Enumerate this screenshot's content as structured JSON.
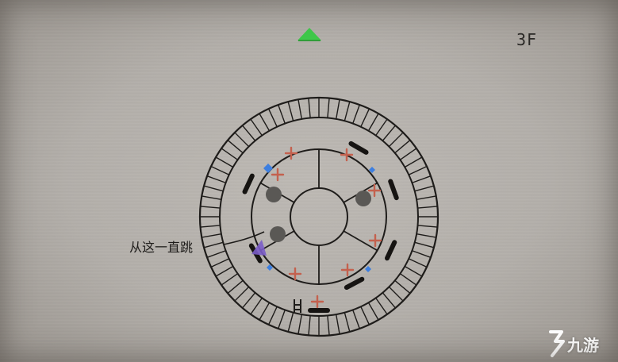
{
  "map": {
    "floor_label": "3F",
    "annotation": "从这一直跳"
  },
  "watermark": {
    "text": "九游"
  },
  "colors": {
    "paper": "#b8b4af",
    "ink": "#1e1c1a",
    "north_arrow": "#3fc84a",
    "player_marker": "#7a5cc8",
    "blue_marker": "#3d7fe0",
    "red_arrow": "#c4614e",
    "gray_boulder": "#5a5855"
  },
  "icons": [
    "north-arrow-icon",
    "player-position-icon",
    "ladder-icon",
    "watermark-logo-icon"
  ]
}
